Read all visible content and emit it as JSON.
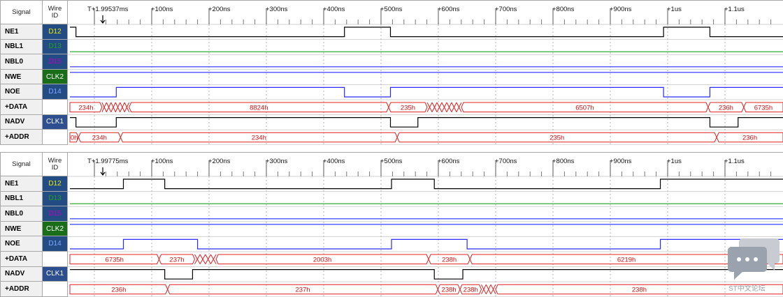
{
  "headers": {
    "signal": "Signal",
    "wire_line1": "Wire",
    "wire_line2": "ID"
  },
  "signals": [
    {
      "name": "NE1",
      "wire": "D12",
      "wire_color": "#e8e800",
      "wire_bg": "#244c84"
    },
    {
      "name": "NBL1",
      "wire": "D13",
      "wire_color": "#1ea11e",
      "wire_bg": "#244c84"
    },
    {
      "name": "NBL0",
      "wire": "D15",
      "wire_color": "#c000c0",
      "wire_bg": "#244c84"
    },
    {
      "name": "NWE",
      "wire": "CLK2",
      "wire_color": "#ffffff",
      "wire_bg": "#1a6e1a"
    },
    {
      "name": "NOE",
      "wire": "D14",
      "wire_color": "#7ea6ff",
      "wire_bg": "#244c84"
    },
    {
      "name": "+DATA",
      "wire": "",
      "wire_color": "#000000",
      "wire_bg": "#ffffff"
    },
    {
      "name": "NADV",
      "wire": "CLK1",
      "wire_color": "#ffffff",
      "wire_bg": "#2d4f8f"
    },
    {
      "name": "+ADDR",
      "wire": "",
      "wire_color": "#000000",
      "wire_bg": "#ffffff"
    }
  ],
  "colors": {
    "digital": "#000000",
    "nbl1": "#1ea11e",
    "nbl0": "#2a2aff",
    "nwe": "#2a2aff",
    "noe": "#2a2aff",
    "bus": "#e02020",
    "bus_text": "#d01010",
    "grid": "#b4b4b4"
  },
  "panels": [
    {
      "ticks": [
        "T+1.99537ms",
        "+100ns",
        "+200ns",
        "+300ns",
        "+400ns",
        "+500ns",
        "+600ns",
        "+700ns",
        "+800ns",
        "+900ns",
        "+1us",
        "+1.1us"
      ],
      "waves": {
        "NE1": {
          "init": 1,
          "edges": [
            0.0085,
            0.385,
            0.4495,
            0.8325,
            0.8975
          ]
        },
        "NBL1": {
          "init": 0,
          "edges": []
        },
        "NBL0": {
          "init": 0,
          "edges": []
        },
        "NWE": {
          "init": 1,
          "edges": []
        },
        "NOE": {
          "init": 0,
          "edges": [
            0.065,
            0.385,
            0.4495,
            0.8325,
            0.8975
          ]
        },
        "NADV": {
          "init": 1,
          "edges": [
            0.0085,
            0.065,
            0.4495,
            0.488,
            0.8975,
            0.937
          ]
        }
      },
      "data_bus": [
        {
          "from": 0.0,
          "to": 0.045,
          "label": "234h"
        },
        {
          "from": 0.045,
          "to": 0.083,
          "label": "",
          "xx": true
        },
        {
          "from": 0.083,
          "to": 0.447,
          "label": "8824h"
        },
        {
          "from": 0.447,
          "to": 0.501,
          "label": "235h"
        },
        {
          "from": 0.501,
          "to": 0.549,
          "label": "",
          "xx": true
        },
        {
          "from": 0.549,
          "to": 0.895,
          "label": "6507h"
        },
        {
          "from": 0.895,
          "to": 0.945,
          "label": "236h"
        },
        {
          "from": 0.945,
          "to": 1.0,
          "label": "6735h"
        }
      ],
      "addr_bus": [
        {
          "from": 0.0,
          "to": 0.012,
          "label": "0h"
        },
        {
          "from": 0.012,
          "to": 0.071,
          "label": "234h"
        },
        {
          "from": 0.071,
          "to": 0.459,
          "label": "234h"
        },
        {
          "from": 0.459,
          "to": 0.907,
          "label": "235h"
        },
        {
          "from": 0.907,
          "to": 1.0,
          "label": "236h"
        }
      ]
    },
    {
      "ticks": [
        "T+1.99775ms",
        "+100ns",
        "+200ns",
        "+300ns",
        "+400ns",
        "+500ns",
        "+600ns",
        "+700ns",
        "+800ns",
        "+900ns",
        "+1us",
        "+1.1us"
      ],
      "waves": {
        "NE1": {
          "init": 0,
          "edges": [
            0.075,
            0.133,
            0.451,
            0.511,
            0.828
          ]
        },
        "NBL1": {
          "init": 0,
          "edges": []
        },
        "NBL0": {
          "init": 0,
          "edges": []
        },
        "NWE": {
          "init": 1,
          "edges": []
        },
        "NOE": {
          "init": 0,
          "edges": [
            0.075,
            0.179,
            0.451,
            0.557,
            0.828
          ]
        },
        "NADV": {
          "init": 1,
          "edges": [
            0.133,
            0.172,
            0.511,
            0.551
          ]
        }
      },
      "data_bus": [
        {
          "from": 0.0,
          "to": 0.125,
          "label": "6735h"
        },
        {
          "from": 0.125,
          "to": 0.175,
          "label": "237h"
        },
        {
          "from": 0.175,
          "to": 0.205,
          "label": "",
          "xx": true
        },
        {
          "from": 0.205,
          "to": 0.503,
          "label": "2003h"
        },
        {
          "from": 0.503,
          "to": 0.561,
          "label": "238h"
        },
        {
          "from": 0.561,
          "to": 1.0,
          "label": "6219h"
        }
      ],
      "addr_bus": [
        {
          "from": 0.0,
          "to": 0.137,
          "label": "236h"
        },
        {
          "from": 0.137,
          "to": 0.516,
          "label": "237h"
        },
        {
          "from": 0.516,
          "to": 0.547,
          "label": "238h"
        },
        {
          "from": 0.547,
          "to": 0.577,
          "label": "238h"
        },
        {
          "from": 0.577,
          "to": 0.597,
          "label": "",
          "xx": true
        },
        {
          "from": 0.597,
          "to": 1.0,
          "label": "238h"
        }
      ]
    }
  ],
  "watermark": {
    "text": "ST中文论坛"
  }
}
